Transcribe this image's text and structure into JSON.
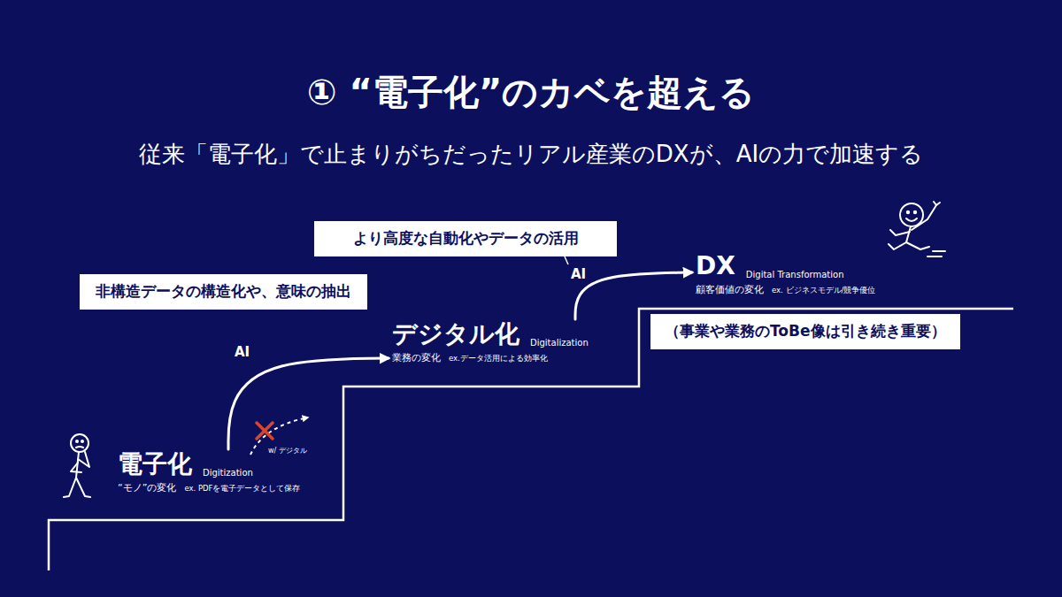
{
  "diagram": {
    "title": "① “電子化”のカベを超える",
    "caption": "従来「電子化」で止まりがちだったリアル産業のDXが、AIの力で加速する",
    "nodes": [
      {
        "text": [
          "電子化",
          "Digitization",
          "“モノ”の変化",
          "ex. PDFを電子データとして保存"
        ]
      },
      {
        "text": [
          "非構造データの構造化や、意味の抽出"
        ]
      },
      {
        "text": [
          "デジタル化",
          "Digitalization",
          "業務の変化",
          "ex.データ活用による効率化"
        ]
      },
      {
        "text": [
          "より高度な自動化やデータの活用"
        ]
      },
      {
        "text": [
          "DX",
          "Digital Transformation",
          "顧客価値の変化",
          "ex. ビジネスモデル/競争優位"
        ]
      },
      {
        "text": [
          "（事業や業務のToBe像は引き続き重要）"
        ]
      }
    ],
    "edges": [
      {
        "from": 0,
        "to": 2,
        "arrow": "to",
        "label": "AI"
      },
      {
        "from": 2,
        "to": 4,
        "arrow": "to",
        "label": "AI"
      }
    ],
    "labels": [
      "w/ デジタル"
    ]
  }
}
